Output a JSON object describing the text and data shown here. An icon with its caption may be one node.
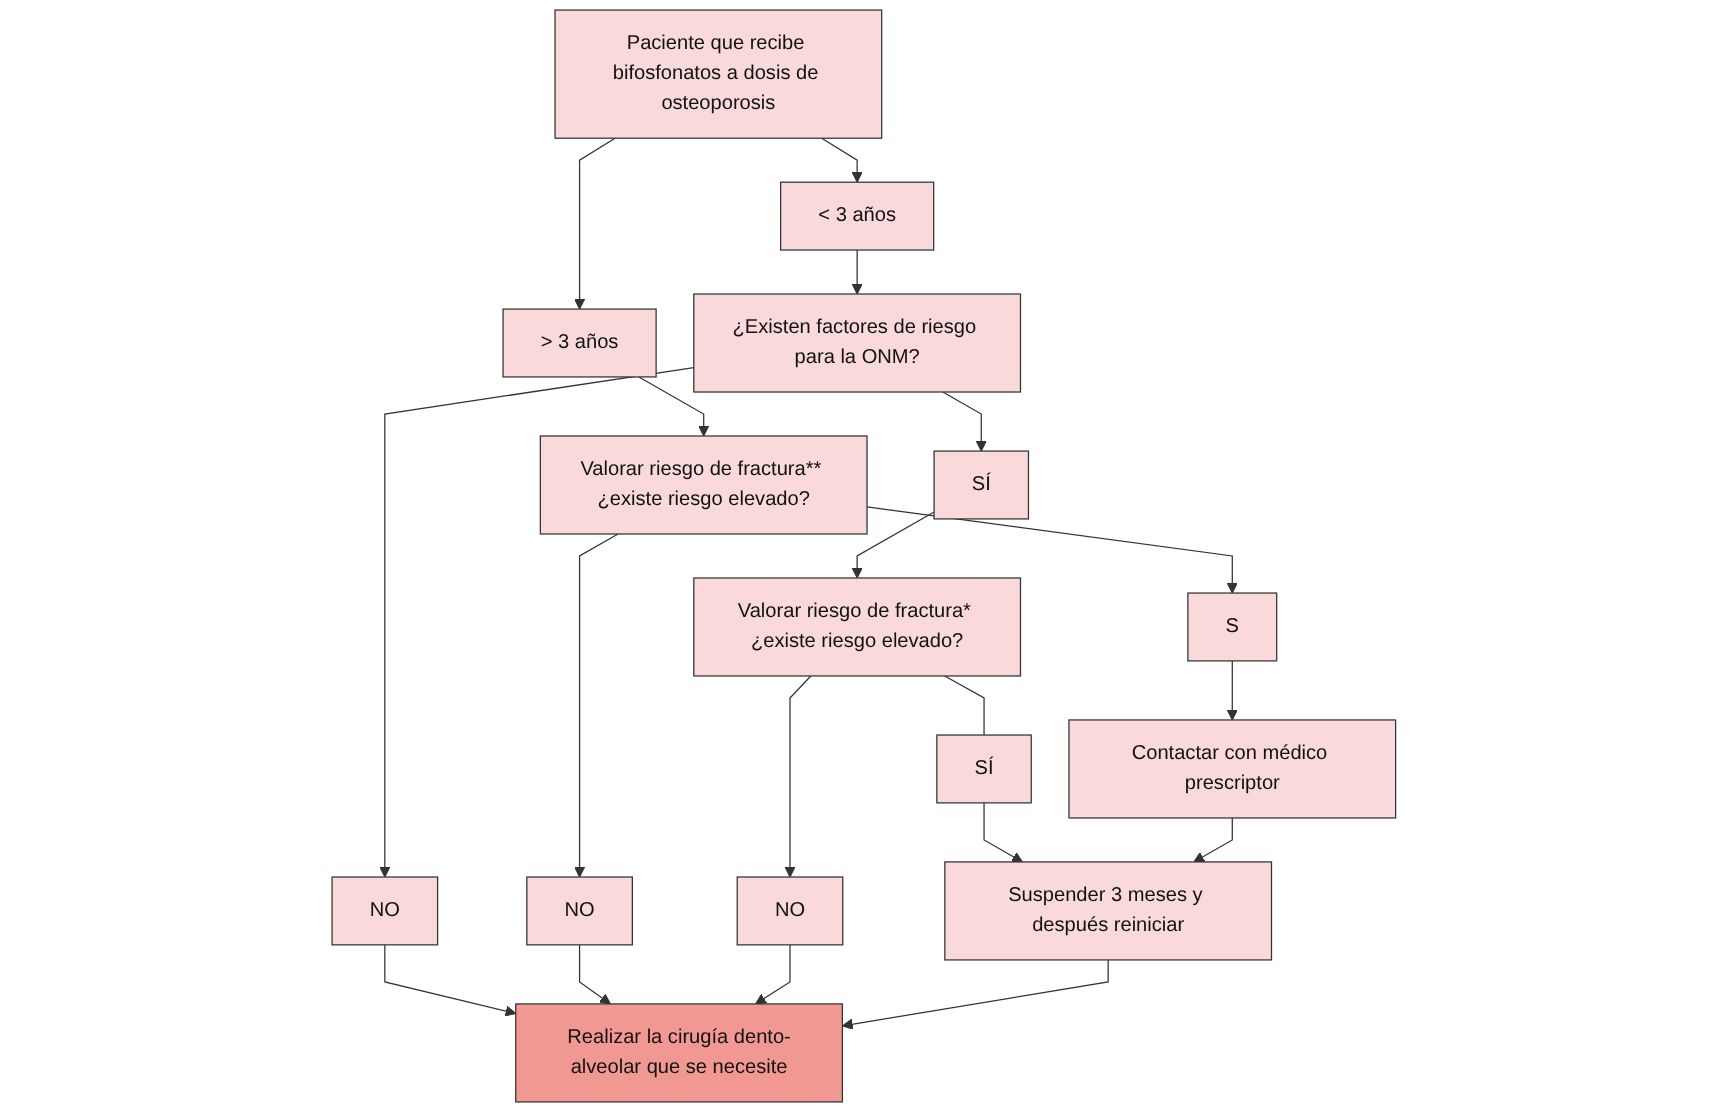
{
  "diagram": {
    "nodes": [
      {
        "text": [
          "Paciente que recibe bifosfonatos a dosis de osteoporosis"
        ]
      },
      {
        "text": [
          "< 3 años"
        ]
      },
      {
        "text": [
          "> 3 años"
        ]
      },
      {
        "text": [
          "¿Existen factores de riesgo para la ONM?"
        ]
      },
      {
        "text": [
          "Valorar riesgo de fractura** ¿existe riesgo elevado?"
        ]
      },
      {
        "text": [
          "SÍ"
        ]
      },
      {
        "text": [
          "NO"
        ]
      },
      {
        "text": [
          "NO"
        ]
      },
      {
        "text": [
          "S"
        ]
      },
      {
        "text": [
          "Valorar riesgo de fractura* ¿existe riesgo elevado?"
        ]
      },
      {
        "text": [
          "Contactar con médico prescriptor"
        ]
      },
      {
        "text": [
          "NO"
        ]
      },
      {
        "text": [
          "Realizar la cirugía dento-alveolar que se necesite"
        ]
      },
      {
        "text": [
          "SÍ"
        ]
      },
      {
        "text": [
          "Suspender 3 meses y después reiniciar"
        ]
      }
    ],
    "edges": [
      {
        "from": 0,
        "to": 1,
        "arrow": "to"
      },
      {
        "from": 0,
        "to": 2,
        "arrow": "to"
      },
      {
        "from": 1,
        "to": 3,
        "arrow": "to"
      },
      {
        "from": 2,
        "to": 4,
        "arrow": "to"
      },
      {
        "from": 3,
        "to": 5,
        "arrow": "to"
      },
      {
        "from": 3,
        "to": 6,
        "arrow": "to"
      },
      {
        "from": 4,
        "to": 7,
        "arrow": "to"
      },
      {
        "from": 4,
        "to": 8,
        "arrow": "to"
      },
      {
        "from": 5,
        "to": 9,
        "arrow": "to"
      },
      {
        "from": 8,
        "to": 10,
        "arrow": "to"
      },
      {
        "from": 6,
        "to": 12,
        "arrow": "to"
      },
      {
        "from": 7,
        "to": 12,
        "arrow": "to"
      },
      {
        "from": 9,
        "to": 11,
        "arrow": "to"
      },
      {
        "from": 9,
        "to": 13,
        "arrow": "none"
      },
      {
        "from": 11,
        "to": 12,
        "arrow": "to"
      },
      {
        "from": 13,
        "to": 14,
        "arrow": "to"
      },
      {
        "from": 10,
        "to": 14,
        "arrow": "to"
      },
      {
        "from": 14,
        "to": 12,
        "arrow": "to"
      }
    ]
  }
}
